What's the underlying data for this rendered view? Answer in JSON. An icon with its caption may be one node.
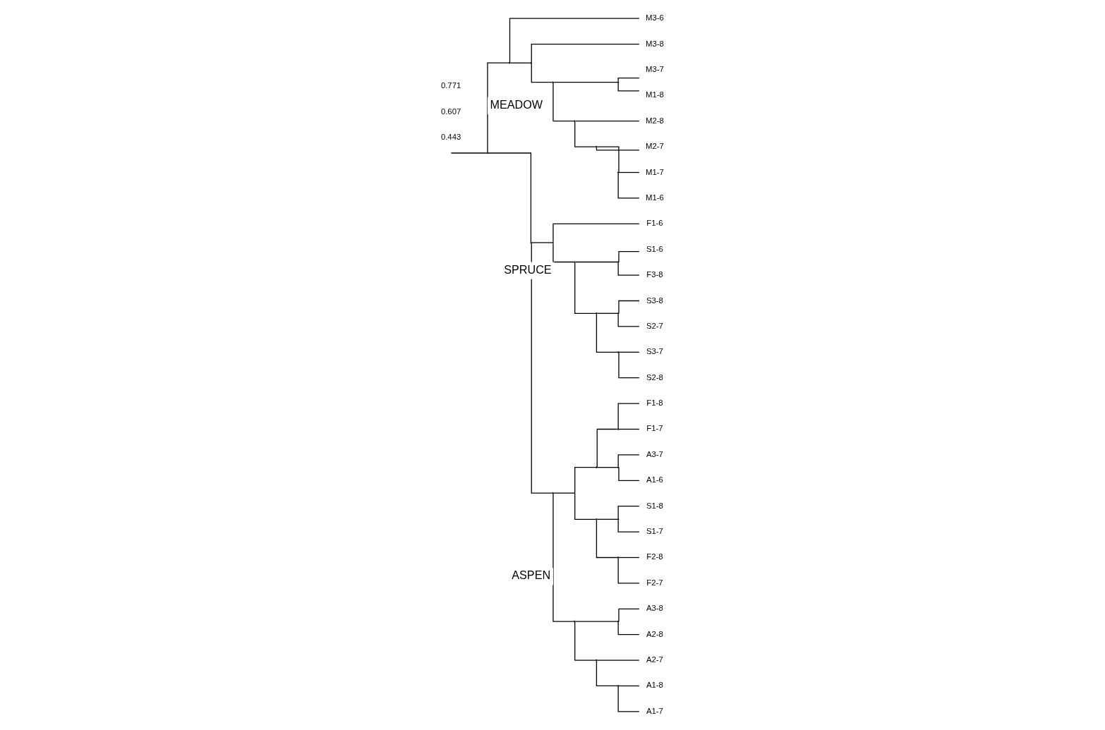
{
  "diagram": {
    "nodes": [
      {
        "text": [],
        "shape": "point"
      },
      {
        "text": [],
        "shape": "point"
      },
      {
        "text": [
          "M3-6"
        ]
      },
      {
        "text": [],
        "shape": "point"
      },
      {
        "text": [
          "M3-8"
        ]
      },
      {
        "text": [],
        "shape": "point"
      },
      {
        "text": [],
        "shape": "point"
      },
      {
        "text": [
          "M3-7"
        ]
      },
      {
        "text": [
          "M1-8"
        ]
      },
      {
        "text": [],
        "shape": "point"
      },
      {
        "text": [
          "M2-8"
        ]
      },
      {
        "text": [],
        "shape": "point"
      },
      {
        "text": [
          "M2-7"
        ]
      },
      {
        "text": [],
        "shape": "point"
      },
      {
        "text": [
          "M1-7"
        ]
      },
      {
        "text": [
          "M1-6"
        ]
      },
      {
        "text": [],
        "shape": "point"
      },
      {
        "text": [],
        "shape": "point"
      },
      {
        "text": [
          "F1-6"
        ]
      },
      {
        "text": [],
        "shape": "point"
      },
      {
        "text": [],
        "shape": "point"
      },
      {
        "text": [
          "S1-6"
        ]
      },
      {
        "text": [
          "F3-8"
        ]
      },
      {
        "text": [],
        "shape": "point"
      },
      {
        "text": [],
        "shape": "point"
      },
      {
        "text": [
          "S3-8"
        ]
      },
      {
        "text": [
          "S2-7"
        ]
      },
      {
        "text": [],
        "shape": "point"
      },
      {
        "text": [
          "S3-7"
        ]
      },
      {
        "text": [
          "S2-8"
        ]
      },
      {
        "text": [],
        "shape": "point"
      },
      {
        "text": [],
        "shape": "point"
      },
      {
        "text": [],
        "shape": "point"
      },
      {
        "text": [],
        "shape": "point"
      },
      {
        "text": [
          "F1-8"
        ]
      },
      {
        "text": [
          "F1-7"
        ]
      },
      {
        "text": [],
        "shape": "point"
      },
      {
        "text": [
          "A3-7"
        ]
      },
      {
        "text": [
          "A1-6"
        ]
      },
      {
        "text": [],
        "shape": "point"
      },
      {
        "text": [],
        "shape": "point"
      },
      {
        "text": [
          "S1-8"
        ]
      },
      {
        "text": [
          "S1-7"
        ]
      },
      {
        "text": [],
        "shape": "point"
      },
      {
        "text": [
          "F2-8"
        ]
      },
      {
        "text": [
          "F2-7"
        ]
      },
      {
        "text": [],
        "shape": "point"
      },
      {
        "text": [],
        "shape": "point"
      },
      {
        "text": [
          "A3-8"
        ]
      },
      {
        "text": [
          "A2-8"
        ]
      },
      {
        "text": [],
        "shape": "point"
      },
      {
        "text": [
          "A2-7"
        ]
      },
      {
        "text": [],
        "shape": "point"
      },
      {
        "text": [
          "A1-8"
        ]
      },
      {
        "text": [
          "A1-7"
        ]
      }
    ],
    "edges": [
      {
        "from": null,
        "to": 0,
        "arrow": "none"
      },
      {
        "from": 0,
        "to": 1,
        "arrow": "none",
        "label": "MEADOW"
      },
      {
        "from": 0,
        "to": 16,
        "arrow": "none"
      },
      {
        "from": 1,
        "to": 2,
        "arrow": "none"
      },
      {
        "from": 1,
        "to": 3,
        "arrow": "none"
      },
      {
        "from": 3,
        "to": 4,
        "arrow": "none"
      },
      {
        "from": 3,
        "to": 5,
        "arrow": "none"
      },
      {
        "from": 5,
        "to": 6,
        "arrow": "none"
      },
      {
        "from": 5,
        "to": 9,
        "arrow": "none"
      },
      {
        "from": 6,
        "to": 7,
        "arrow": "none"
      },
      {
        "from": 6,
        "to": 8,
        "arrow": "none"
      },
      {
        "from": 9,
        "to": 10,
        "arrow": "none"
      },
      {
        "from": 9,
        "to": 11,
        "arrow": "none"
      },
      {
        "from": 11,
        "to": 12,
        "arrow": "none"
      },
      {
        "from": 11,
        "to": 13,
        "arrow": "none"
      },
      {
        "from": 13,
        "to": 14,
        "arrow": "none"
      },
      {
        "from": 13,
        "to": 15,
        "arrow": "none"
      },
      {
        "from": 16,
        "to": 17,
        "arrow": "none"
      },
      {
        "from": 16,
        "to": 30,
        "arrow": "none"
      },
      {
        "from": 17,
        "to": 18,
        "arrow": "none"
      },
      {
        "from": 17,
        "to": 19,
        "arrow": "none",
        "label": "SPRUCE"
      },
      {
        "from": 19,
        "to": 20,
        "arrow": "none"
      },
      {
        "from": 19,
        "to": 23,
        "arrow": "none"
      },
      {
        "from": 20,
        "to": 21,
        "arrow": "none"
      },
      {
        "from": 20,
        "to": 22,
        "arrow": "none"
      },
      {
        "from": 23,
        "to": 24,
        "arrow": "none"
      },
      {
        "from": 23,
        "to": 27,
        "arrow": "none"
      },
      {
        "from": 24,
        "to": 25,
        "arrow": "none"
      },
      {
        "from": 24,
        "to": 26,
        "arrow": "none"
      },
      {
        "from": 27,
        "to": 28,
        "arrow": "none"
      },
      {
        "from": 27,
        "to": 29,
        "arrow": "none"
      },
      {
        "from": 30,
        "to": 31,
        "arrow": "none"
      },
      {
        "from": 30,
        "to": 46,
        "arrow": "none",
        "label": "ASPEN"
      },
      {
        "from": 31,
        "to": 32,
        "arrow": "none"
      },
      {
        "from": 31,
        "to": 39,
        "arrow": "none"
      },
      {
        "from": 32,
        "to": 33,
        "arrow": "none"
      },
      {
        "from": 32,
        "to": 36,
        "arrow": "none"
      },
      {
        "from": 33,
        "to": 34,
        "arrow": "none"
      },
      {
        "from": 33,
        "to": 35,
        "arrow": "none"
      },
      {
        "from": 36,
        "to": 37,
        "arrow": "none"
      },
      {
        "from": 36,
        "to": 38,
        "arrow": "none"
      },
      {
        "from": 39,
        "to": 40,
        "arrow": "none"
      },
      {
        "from": 39,
        "to": 43,
        "arrow": "none"
      },
      {
        "from": 40,
        "to": 41,
        "arrow": "none"
      },
      {
        "from": 40,
        "to": 42,
        "arrow": "none"
      },
      {
        "from": 43,
        "to": 44,
        "arrow": "none"
      },
      {
        "from": 43,
        "to": 45,
        "arrow": "none"
      },
      {
        "from": 46,
        "to": 47,
        "arrow": "none"
      },
      {
        "from": 46,
        "to": 50,
        "arrow": "none"
      },
      {
        "from": 47,
        "to": 48,
        "arrow": "none"
      },
      {
        "from": 47,
        "to": 49,
        "arrow": "none"
      },
      {
        "from": 50,
        "to": 51,
        "arrow": "none"
      },
      {
        "from": 50,
        "to": 52,
        "arrow": "none"
      },
      {
        "from": 52,
        "to": 53,
        "arrow": "none"
      },
      {
        "from": 52,
        "to": 54,
        "arrow": "none"
      }
    ],
    "labels": [
      "0.443",
      "0.607",
      "0.771"
    ]
  }
}
